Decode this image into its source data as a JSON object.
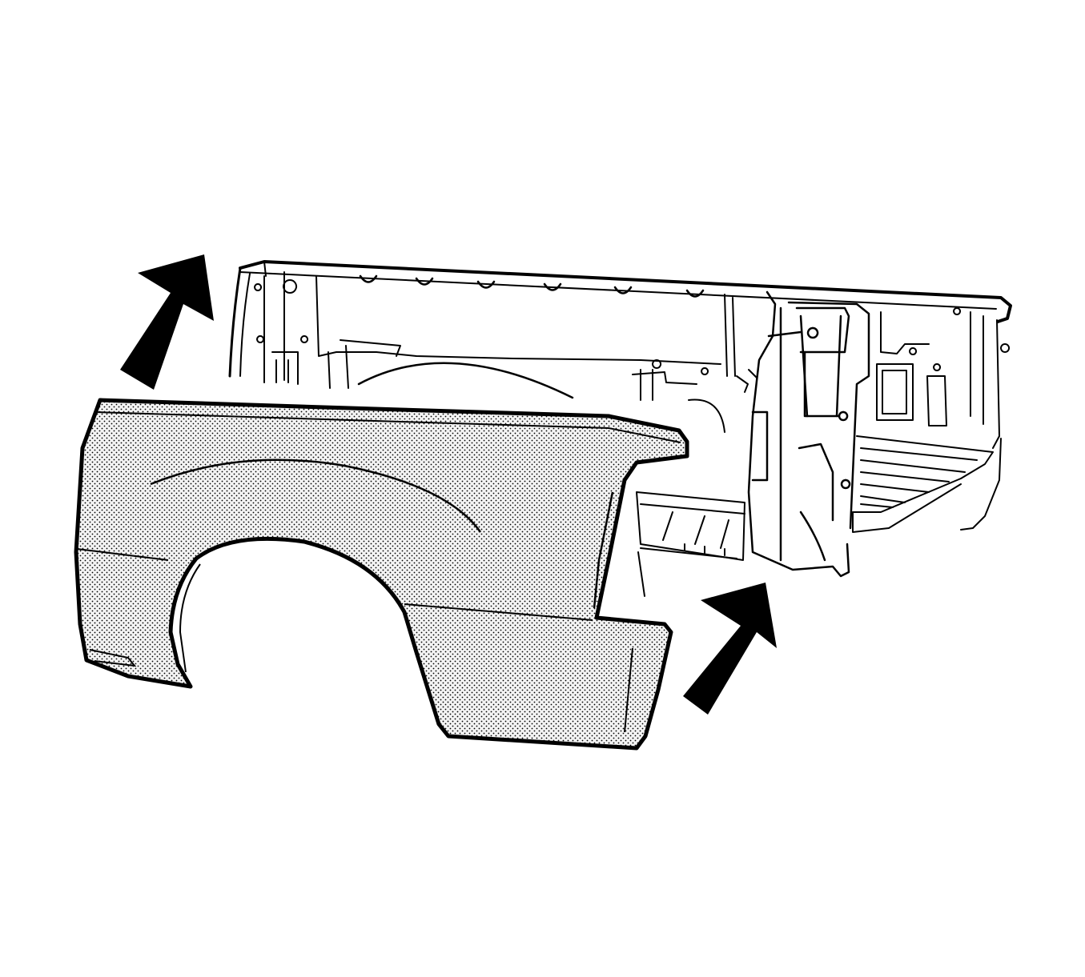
{
  "figure": {
    "type": "technical-line-illustration",
    "subject": "pickup-box-outer-side-panel-removal",
    "colors": {
      "background": "#ffffff",
      "line": "#000000",
      "panel_fill": "#f2f2f2",
      "stipple": "#000000",
      "arrow": "#000000"
    },
    "arrows": [
      {
        "name": "lift-arrow-front",
        "direction": "up-right"
      },
      {
        "name": "lift-arrow-rear",
        "direction": "up-right"
      }
    ]
  }
}
